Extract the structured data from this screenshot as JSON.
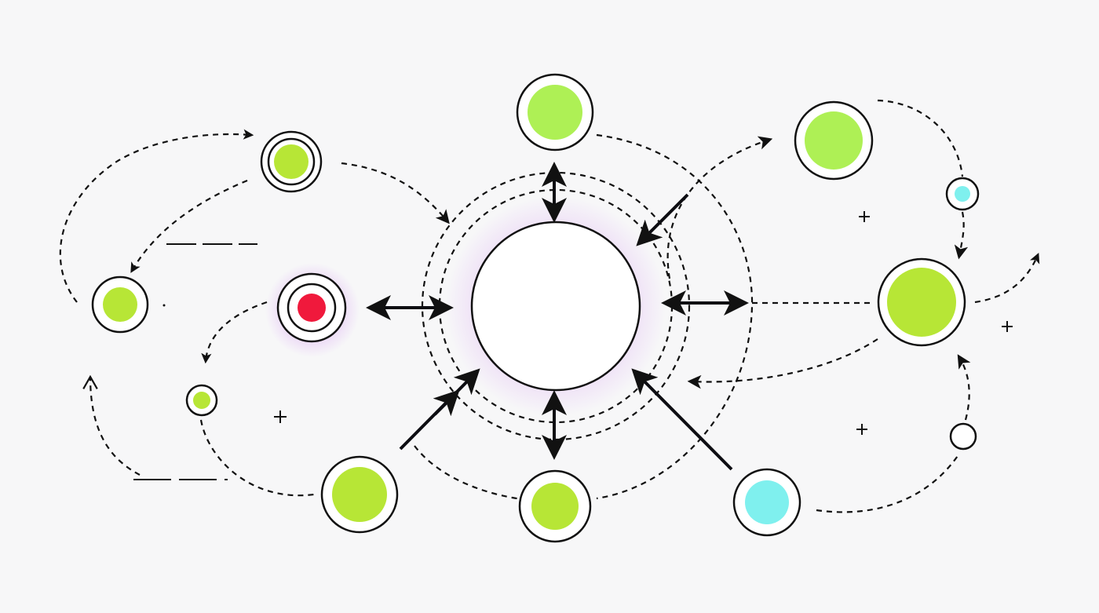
{
  "colors": {
    "background": "#f7f7f8",
    "lime": "#b7e636",
    "light_lime": "#aef055",
    "red": "#f0193c",
    "cyan": "#7ff0ee",
    "glow": "#e6c9f5",
    "stroke": "#111111"
  },
  "nodes": [
    {
      "id": "hub-center",
      "fill": "none",
      "kind": "hub"
    },
    {
      "id": "node-top-center",
      "fill": "light_lime"
    },
    {
      "id": "node-top-left",
      "fill": "lime",
      "double_ring": true
    },
    {
      "id": "node-left",
      "fill": "lime"
    },
    {
      "id": "node-left-red",
      "fill": "red",
      "double_ring": true
    },
    {
      "id": "node-small-left",
      "fill": "lime"
    },
    {
      "id": "node-bottom-left",
      "fill": "lime"
    },
    {
      "id": "node-bottom-center",
      "fill": "lime"
    },
    {
      "id": "node-bottom-right-cyan",
      "fill": "cyan"
    },
    {
      "id": "node-top-right",
      "fill": "light_lime"
    },
    {
      "id": "node-small-cyan",
      "fill": "cyan"
    },
    {
      "id": "node-right-large",
      "fill": "lime"
    },
    {
      "id": "node-small-empty",
      "fill": "none"
    }
  ],
  "connectors": {
    "dashed_orbits": 3,
    "bidirectional_arrows": 4,
    "inbound_arrows": 3,
    "outbound_arrows": 1
  }
}
